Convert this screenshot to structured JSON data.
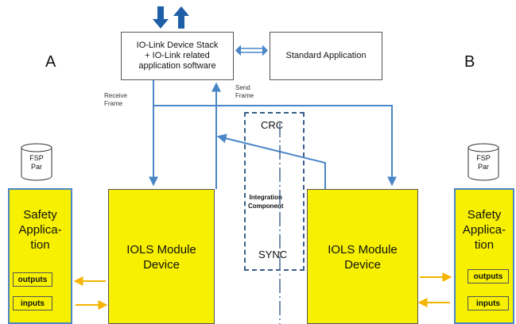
{
  "labels": {
    "side_a": "A",
    "side_b": "B",
    "stack_line1": "IO-Link Device Stack",
    "stack_line2": "+ IO-Link related",
    "stack_line3": "application software",
    "standard_app": "Standard Application",
    "receive_line1": "Receive",
    "receive_line2": "Frame",
    "send_line1": "Send",
    "send_line2": "Frame",
    "crc": "CRC",
    "integration_line1": "Integration",
    "integration_line2": "Component",
    "sync": "SYNC",
    "fsp_line1": "FSP",
    "fsp_line2": "Par",
    "safety_line1": "Safety",
    "safety_line2": "Applica-",
    "safety_line3": "tion",
    "outputs": "outputs",
    "inputs": "inputs",
    "iols_line1": "IOLS Module",
    "iols_line2": "Device"
  },
  "colors": {
    "arrow_blue": "#4a86c8",
    "dark_blue": "#1f5fa8",
    "io_arrow": "#f4b400",
    "module_yellow": "#f7f000"
  }
}
